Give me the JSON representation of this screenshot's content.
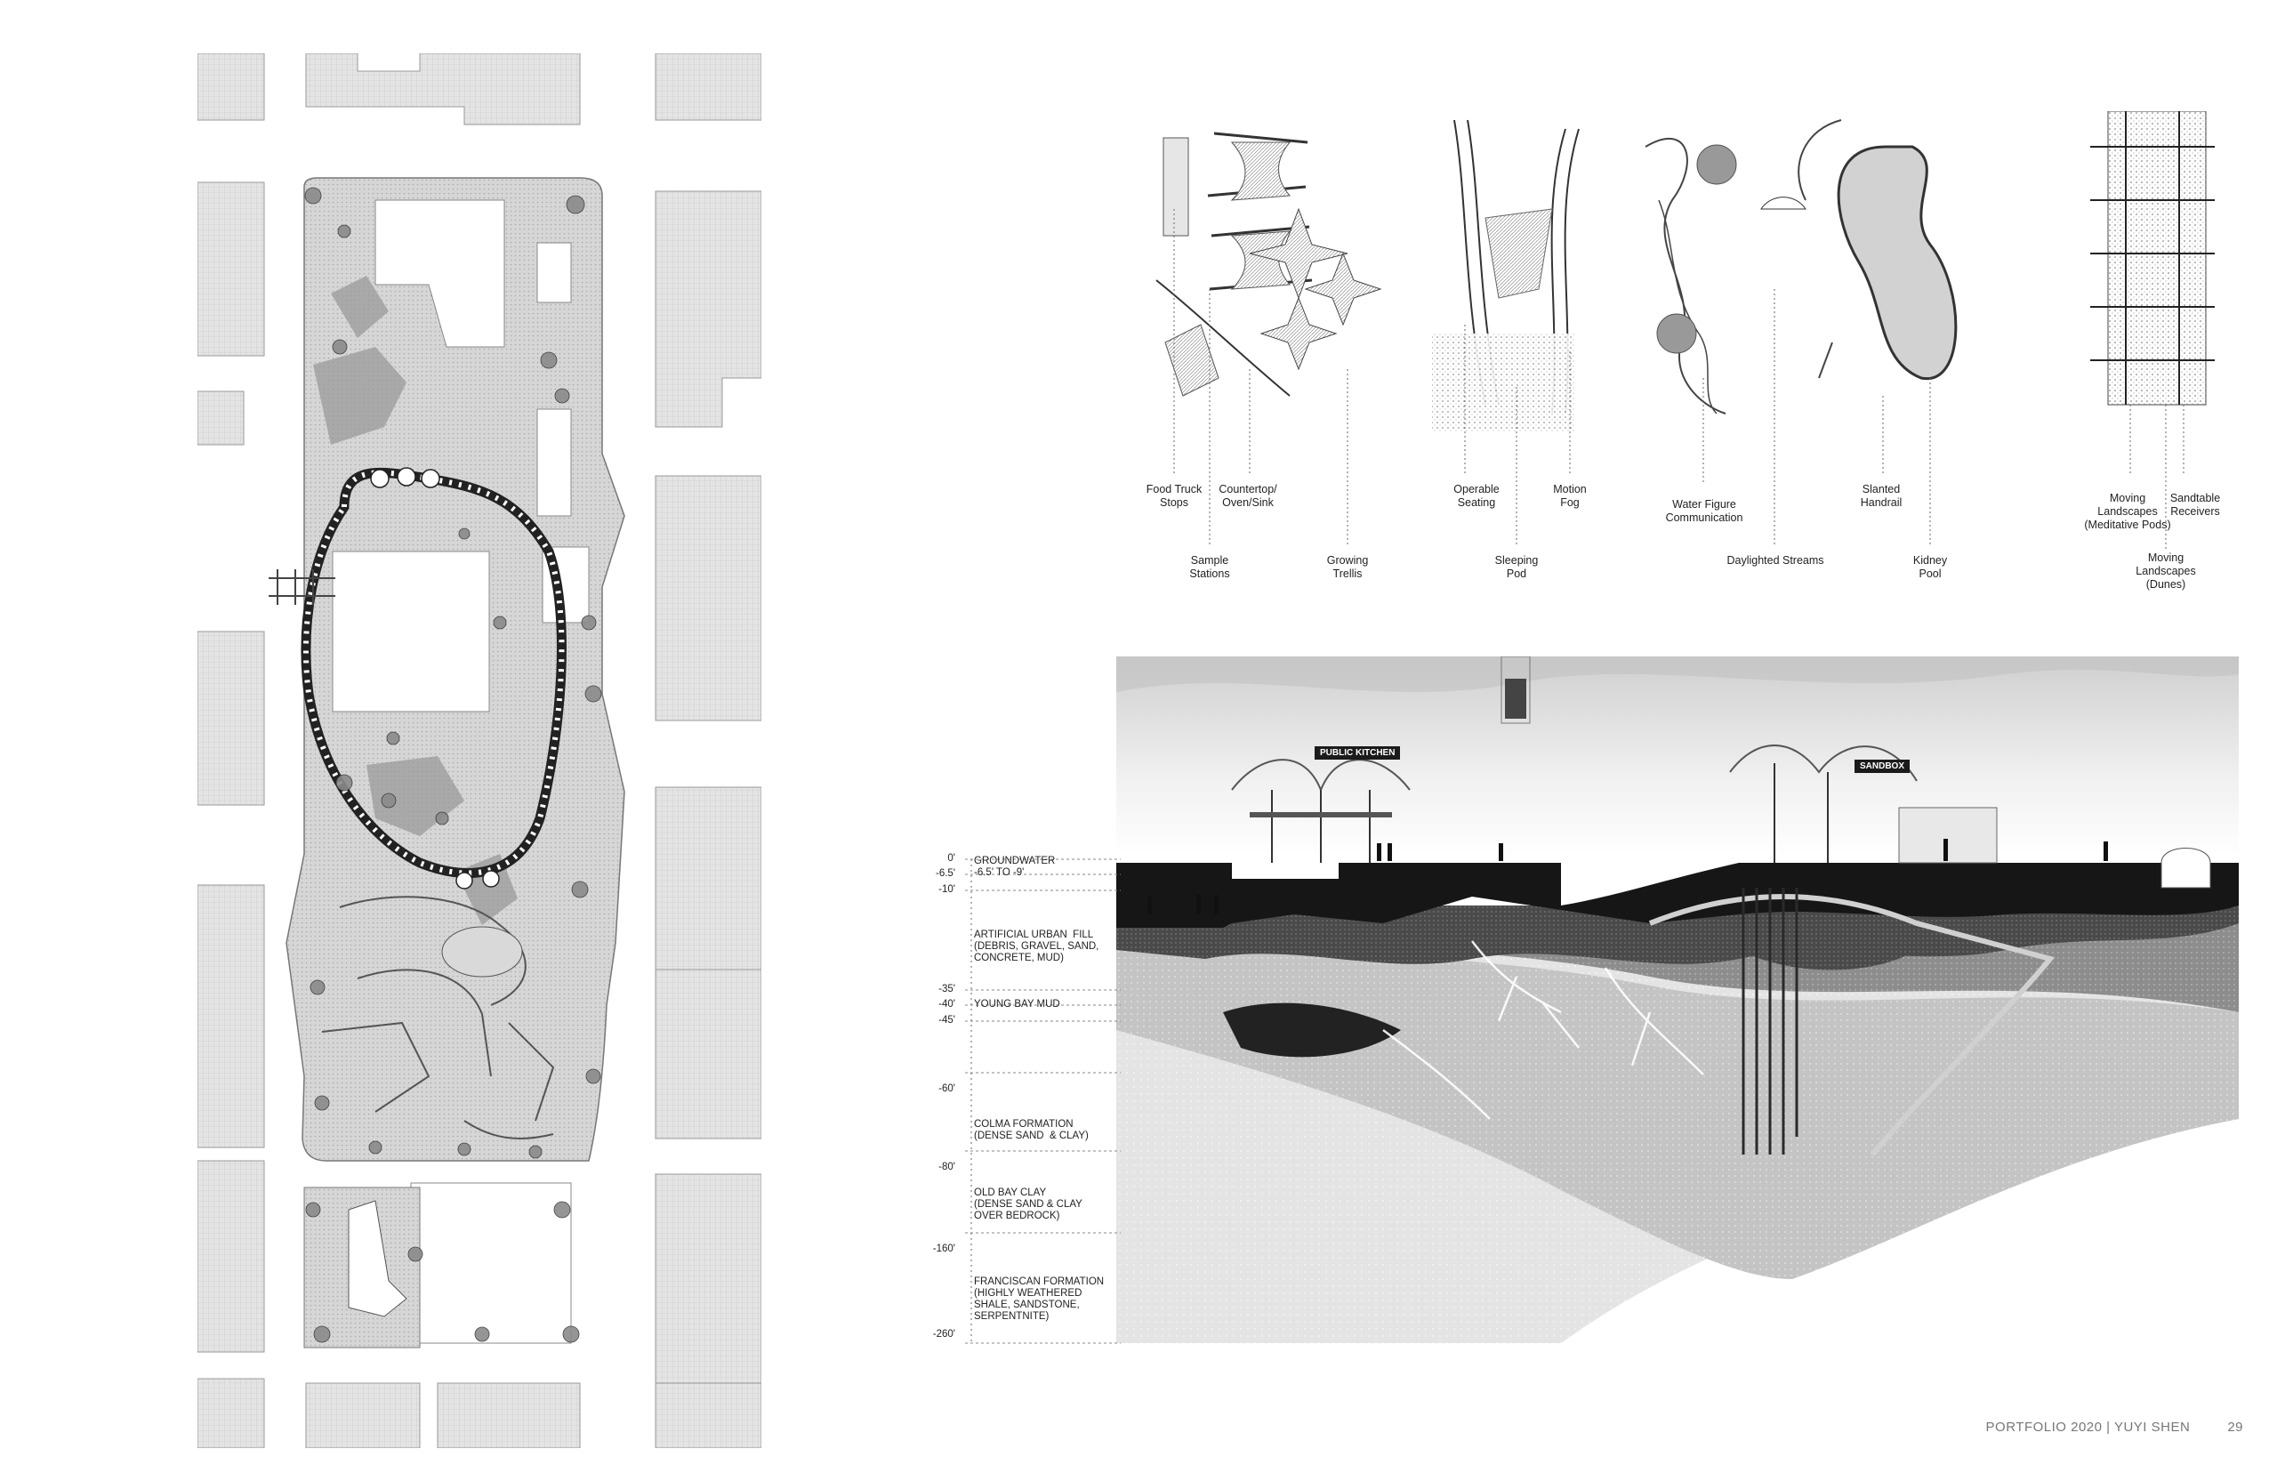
{
  "detail_labels": {
    "food_truck": "Food Truck\nStops",
    "countertop": "Countertop/\nOven/Sink",
    "sample_stations": "Sample\nStations",
    "growing_trellis": "Growing\nTrellis",
    "operable_seating": "Operable\nSeating",
    "motion_fog": "Motion\nFog",
    "sleeping_pod": "Sleeping\nPod",
    "water_figure": "Water Figure\nCommunication",
    "daylighted_streams": "Daylighted Streams",
    "slanted_handrail": "Slanted\nHandrail",
    "kidney_pool": "Kidney\nPool",
    "moving_landscapes_pods": "Moving\nLandscapes\n(Meditative Pods)",
    "sandtable_receivers": "Sandtable\nReceivers",
    "moving_landscapes_dunes": "Moving\nLandscapes\n(Dunes)"
  },
  "section": {
    "tags": {
      "public_kitchen": "PUBLIC KITCHEN",
      "sandbox": "SANDBOX"
    },
    "depths": [
      "0'",
      "-6.5'",
      "-10'",
      "-35'",
      "-40'",
      "-45'",
      "-60'",
      "-80'",
      "-160'",
      "-260'"
    ],
    "strata": {
      "groundwater": "GROUNDWATER\n-6.5' TO -9'",
      "urban_fill": "ARTIFICIAL URBAN  FILL\n(DEBRIS, GRAVEL, SAND,\nCONCRETE, MUD)",
      "young_bay_mud": "YOUNG BAY MUD",
      "colma": "COLMA FORMATION\n(DENSE SAND  & CLAY)",
      "old_bay_clay": "OLD BAY CLAY\n(DENSE SAND & CLAY\nOVER BEDROCK)",
      "franciscan": "FRANCISCAN FORMATION\n(HIGHLY WEATHERED\nSHALE, SANDSTONE,\nSERPENTNITE)"
    }
  },
  "footer": {
    "text": "PORTFOLIO 2020 | YUYI SHEN",
    "page": "29"
  }
}
